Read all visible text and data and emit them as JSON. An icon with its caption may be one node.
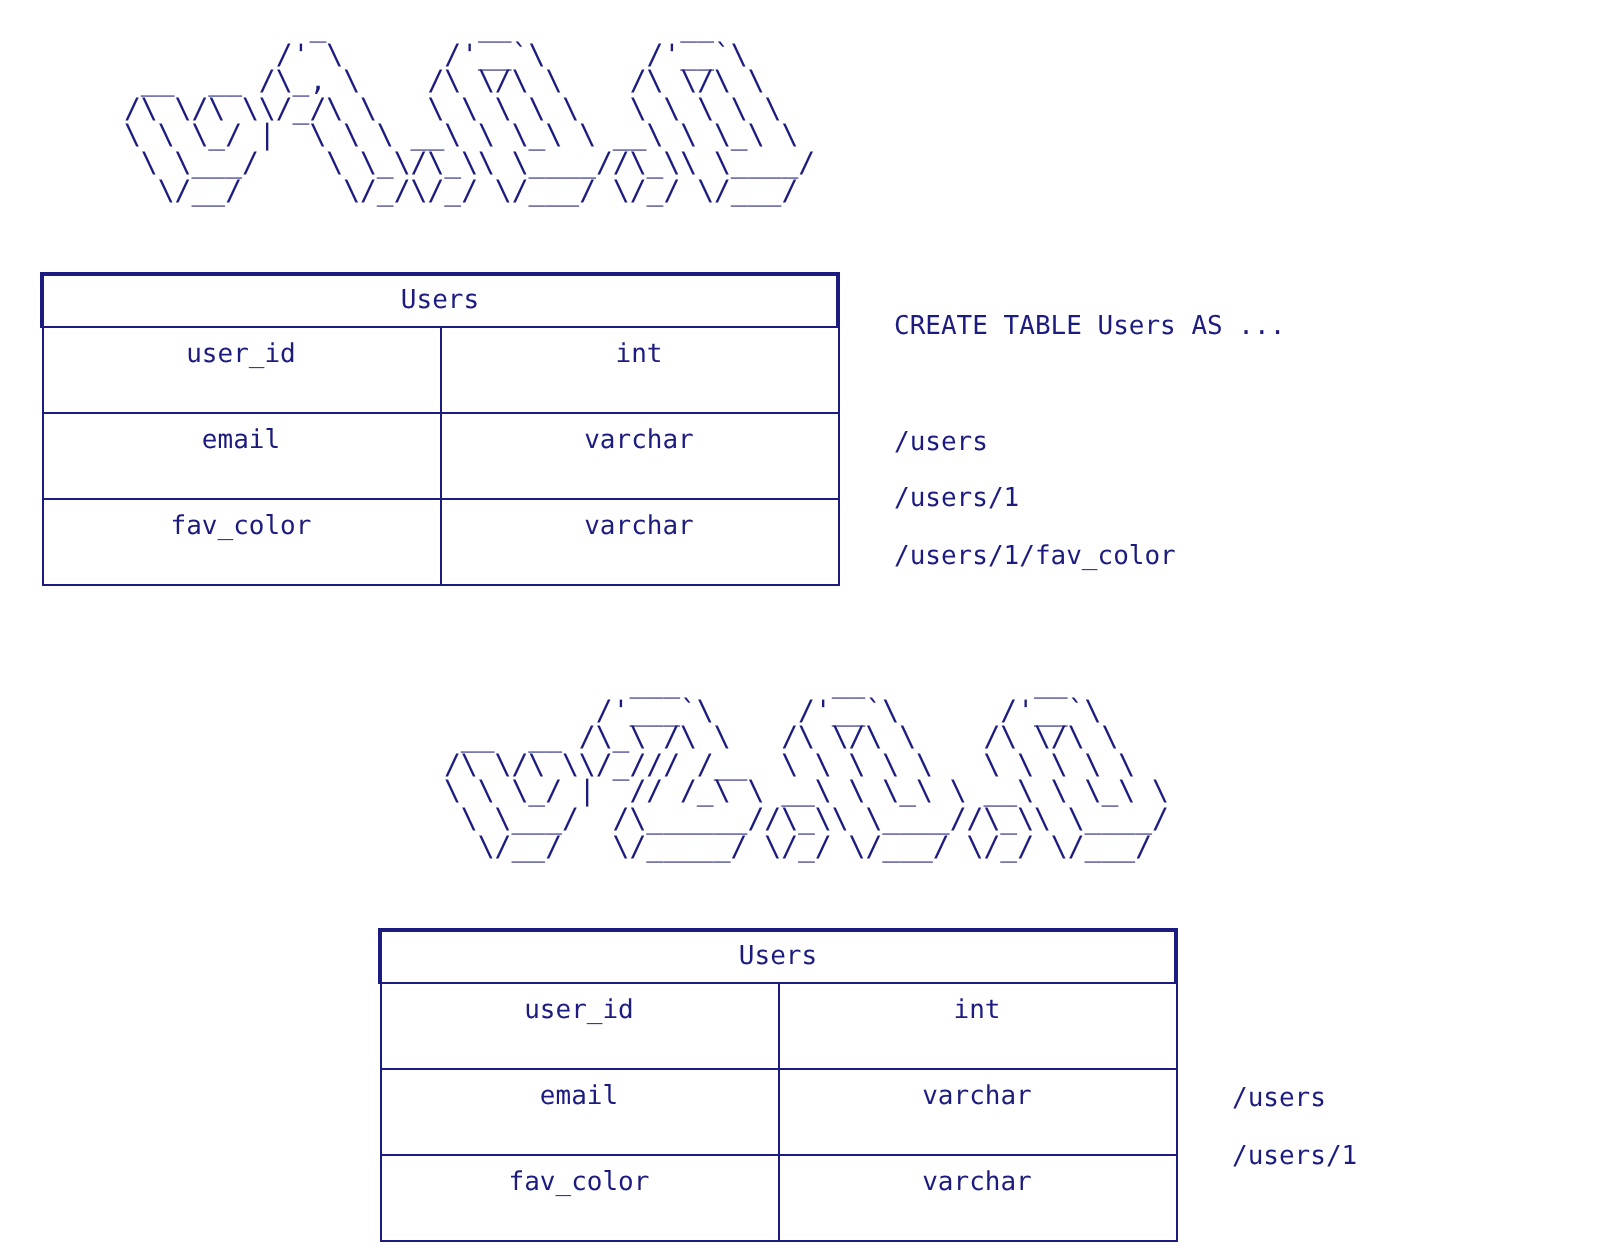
{
  "diagram": {
    "labels": [
      "           _         __          __",
      "         /' \\      /'__`\\      /'__`\\",
      " __  __ /\\_, \\    /\\ \\/\\ \\    /\\ \\/\\ \\",
      "/\\ \\/\\ \\\\/_/\\ \\   \\ \\ \\ \\ \\   \\ \\ \\ \\ \\",
      "\\ \\ \\_/ |  \\ \\ \\ __\\ \\ \\_\\ \\ __\\ \\ \\_\\ \\",
      " \\ \\___/    \\ \\_\\/\\_\\\\ \\____//\\_\\\\ \\____/",
      "  \\/__/      \\/_/\\/_/ \\/___/ \\/_/ \\/___/",
      "Users",
      "user_id",
      "int",
      "email",
      "varchar",
      "fav_color",
      "varchar",
      "CREATE TABLE Users AS ...",
      "/users",
      "/users/1",
      "/users/1/fav_color",
      "           ___         __          __",
      "         /'___`\\     /'__`\\      /'__`\\",
      " __  __ /\\_\\ /\\ \\   /\\ \\/\\ \\    /\\ \\/\\ \\",
      "/\\ \\/\\ \\\\/_/// /__  \\ \\ \\ \\ \\   \\ \\ \\ \\ \\",
      "\\ \\ \\_/ |  // /_\\ \\ __\\ \\ \\_\\ \\ __\\ \\ \\_\\ \\",
      " \\ \\___/  /\\______//\\_\\\\ \\____//\\_\\\\ \\____/",
      "  \\/__/   \\/_____/ \\/_/ \\/___/ \\/_/ \\/___/",
      "Users",
      "user_id",
      "int",
      "email",
      "varchar",
      "fav_color",
      "varchar",
      "/users",
      "/users/1"
    ]
  }
}
